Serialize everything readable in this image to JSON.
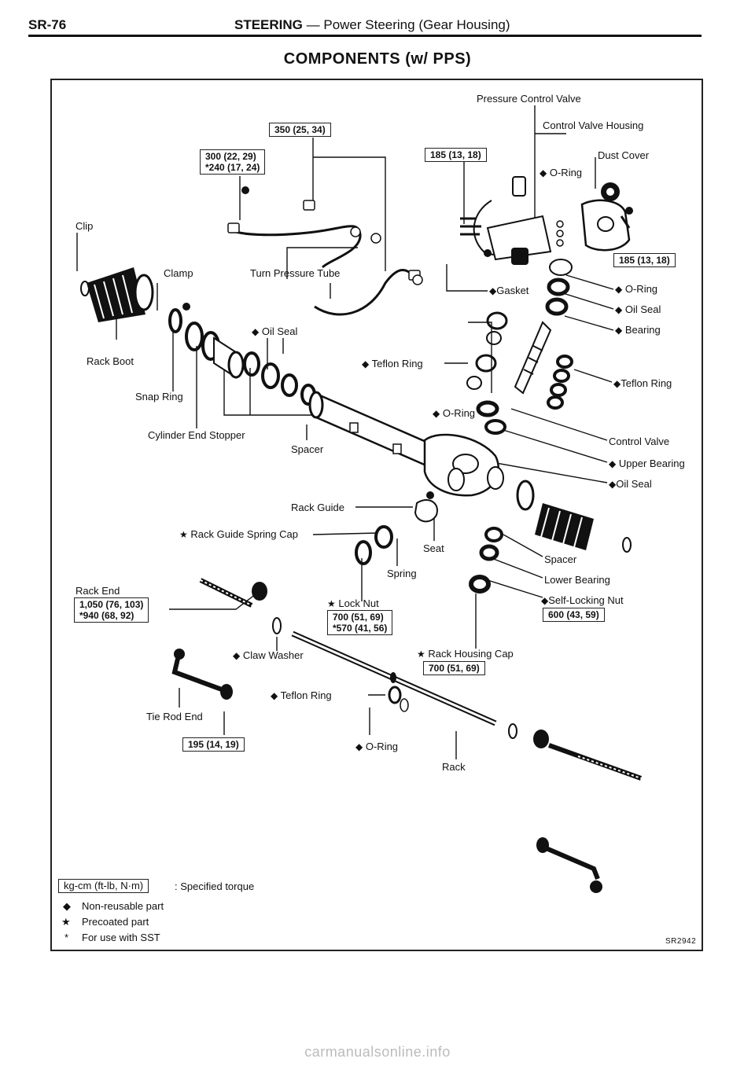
{
  "header": {
    "page_number": "SR-76",
    "section": "STEERING",
    "subsection": "— Power Steering (Gear Housing)"
  },
  "title": "COMPONENTS (w/ PPS)",
  "labels": {
    "pressure_control_valve": "Pressure Control Valve",
    "control_valve_housing": "Control Valve Housing",
    "dust_cover": "Dust Cover",
    "o_ring_top": "O-Ring",
    "clip_left": "Clip",
    "clamp_left": "Clamp",
    "turn_pressure_tube": "Turn Pressure Tube",
    "gasket": "Gasket",
    "o_ring_right": "O-Ring",
    "oil_seal_right": "Oil Seal",
    "bearing": "Bearing",
    "oil_seal_mid": "Oil Seal",
    "teflon_ring_mid": "Teflon Ring",
    "teflon_ring_right": "Teflon Ring",
    "rack_boot": "Rack Boot",
    "snap_ring": "Snap Ring",
    "o_ring_mid": "O-Ring",
    "cylinder_end_stopper": "Cylinder End Stopper",
    "control_valve": "Control Valve",
    "spacer_mid": "Spacer",
    "upper_bearing": "Upper Bearing",
    "oil_seal_lower": "Oil Seal",
    "rack_guide": "Rack Guide",
    "rack_guide_spring_cap": "Rack Guide Spring Cap",
    "seat": "Seat",
    "spacer_right": "Spacer",
    "spring": "Spring",
    "lower_bearing": "Lower Bearing",
    "rack_end": "Rack End",
    "lock_nut": "Lock Nut",
    "self_locking_nut": "Self-Locking Nut",
    "claw_washer": "Claw Washer",
    "rack_housing_cap": "Rack Housing Cap",
    "teflon_ring_low": "Teflon Ring",
    "tie_rod_end": "Tie Rod End",
    "o_ring_low": "O-Ring",
    "rack": "Rack"
  },
  "markers": {
    "non_reusable": "◆",
    "precoated": "★"
  },
  "torques": {
    "t350": "350 (25, 34)",
    "t300": "300 (22, 29)",
    "t240": "*240 (17, 24)",
    "t185a": "185 (13, 18)",
    "t185b": "185 (13, 18)",
    "t1050": "1,050 (76, 103)",
    "t940": "*940 (68, 92)",
    "t700a": "700 (51, 69)",
    "t570": "*570 (41, 56)",
    "t600": "600 (43, 59)",
    "t700b": "700 (51, 69)",
    "t195": "195 (14, 19)"
  },
  "legend": {
    "torque_box": "kg-cm (ft-lb, N·m)",
    "torque_text": ": Specified torque",
    "non_reusable_symbol": "◆",
    "non_reusable_text": "Non-reusable part",
    "precoated_symbol": "★",
    "precoated_text": "Precoated part",
    "sst_symbol": "*",
    "sst_text": "For use with SST"
  },
  "figure_code": "SR2942",
  "watermark": "carmanualsonline.info"
}
